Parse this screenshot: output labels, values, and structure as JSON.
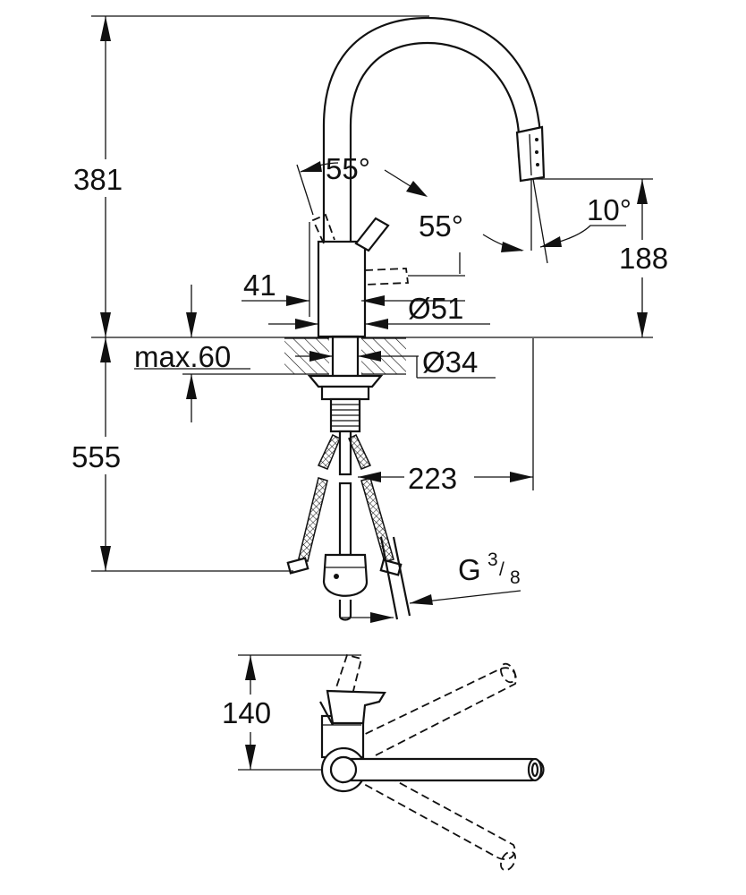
{
  "dimensions": {
    "total_height": "381",
    "spout_height": "188",
    "spout_angle": "10°",
    "handle_angle_left": "55°",
    "handle_angle_right": "55°",
    "lever_offset": "41",
    "body_diameter": "Ø51",
    "shank_diameter": "Ø34",
    "max_deck": "max.60",
    "below_deck": "555",
    "reach": "223",
    "thread_g": "G",
    "thread_num": "3",
    "thread_den": "8",
    "top_view_depth": "140"
  }
}
